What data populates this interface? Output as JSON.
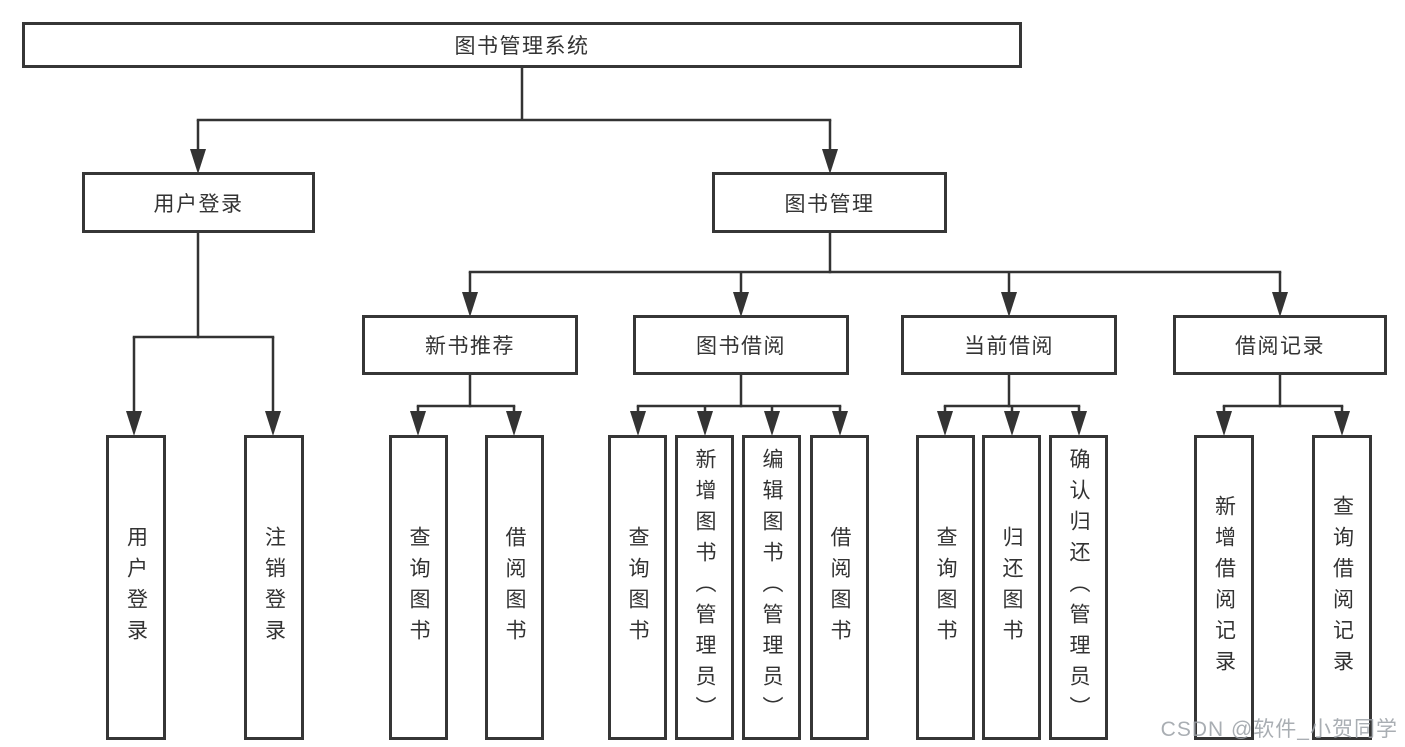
{
  "diagram": {
    "root": {
      "label": "图书管理系统"
    },
    "level2": [
      {
        "label": "用户登录"
      },
      {
        "label": "图书管理"
      }
    ],
    "level3": [
      {
        "label": "新书推荐",
        "parent": "图书管理"
      },
      {
        "label": "图书借阅",
        "parent": "图书管理"
      },
      {
        "label": "当前借阅",
        "parent": "图书管理"
      },
      {
        "label": "借阅记录",
        "parent": "图书管理"
      }
    ],
    "leaves": [
      {
        "label": "用户登录",
        "parent": "用户登录"
      },
      {
        "label": "注销登录",
        "parent": "用户登录"
      },
      {
        "label": "查询图书",
        "parent": "新书推荐"
      },
      {
        "label": "借阅图书",
        "parent": "新书推荐"
      },
      {
        "label": "查询图书",
        "parent": "图书借阅"
      },
      {
        "label": "新增图书（管理员）",
        "parent": "图书借阅"
      },
      {
        "label": "编辑图书（管理员）",
        "parent": "图书借阅"
      },
      {
        "label": "借阅图书",
        "parent": "图书借阅"
      },
      {
        "label": "查询图书",
        "parent": "当前借阅"
      },
      {
        "label": "归还图书",
        "parent": "当前借阅"
      },
      {
        "label": "确认归还（管理员）",
        "parent": "当前借阅"
      },
      {
        "label": "新增借阅记录",
        "parent": "借阅记录"
      },
      {
        "label": "查询借阅记录",
        "parent": "借阅记录"
      }
    ]
  },
  "watermark": {
    "text": "CSDN @软件_小贺同学"
  },
  "colors": {
    "line": "#333333",
    "border": "#363636",
    "text": "#333333",
    "watermark": "#9ba0a6",
    "background": "#ffffff"
  }
}
